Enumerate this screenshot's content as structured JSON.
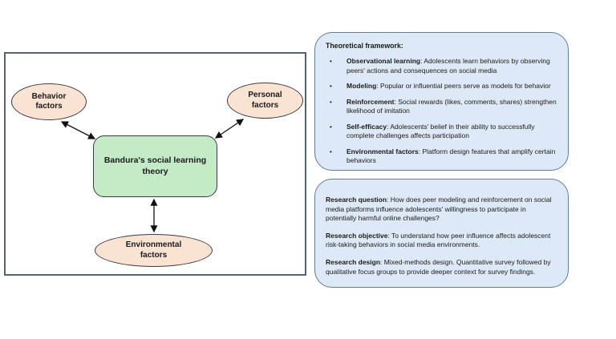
{
  "colors": {
    "frame_border": "#4d6678",
    "info_box_fill": "#dde9f6",
    "info_box_border": "#5f7d94",
    "ellipse_fill": "#fbe3d4",
    "center_box_fill": "#c3ebc6",
    "shape_border": "#3d3d3d",
    "arrow": "#111111"
  },
  "diagram": {
    "center": {
      "label": "Bandura's social learning\ntheory"
    },
    "nodes": [
      {
        "label": "Behavior\nfactors"
      },
      {
        "label": "Personal\nfactors"
      },
      {
        "label": "Environmental\nfactors"
      }
    ]
  },
  "framework": {
    "title": "Theoretical framework:",
    "bullet_glyph": "•",
    "bullets": [
      {
        "term": "Observational learning",
        "rest": ": Adolescents learn behaviors by observing peers' actions and consequences on social media"
      },
      {
        "term": "Modeling",
        "rest": ": Popular or influential peers serve as models for behavior"
      },
      {
        "term": "Reinforcement",
        "rest": ": Social rewards (likes, comments, shares) strengthen likelihood of imitation"
      },
      {
        "term": "Self-efficacy",
        "rest": ": Adolescents' belief in their ability to successfully complete challenges affects participation"
      },
      {
        "term": "Environmental factors",
        "rest": ": Platform design features that amplify certain behaviors"
      }
    ]
  },
  "research": {
    "paragraphs": [
      {
        "term": "Research question",
        "rest": ": How does peer modeling and reinforcement on social media platforms influence adolescents' willingness to participate in potentially harmful online challenges?"
      },
      {
        "term": "Research objective",
        "rest": ": To understand how peer influence affects adolescent risk-taking behaviors in social media environments."
      },
      {
        "term": "Research design",
        "rest": ": Mixed-methods design. Quantitative survey followed by qualitative focus groups to provide deeper context for survey findings."
      }
    ]
  }
}
